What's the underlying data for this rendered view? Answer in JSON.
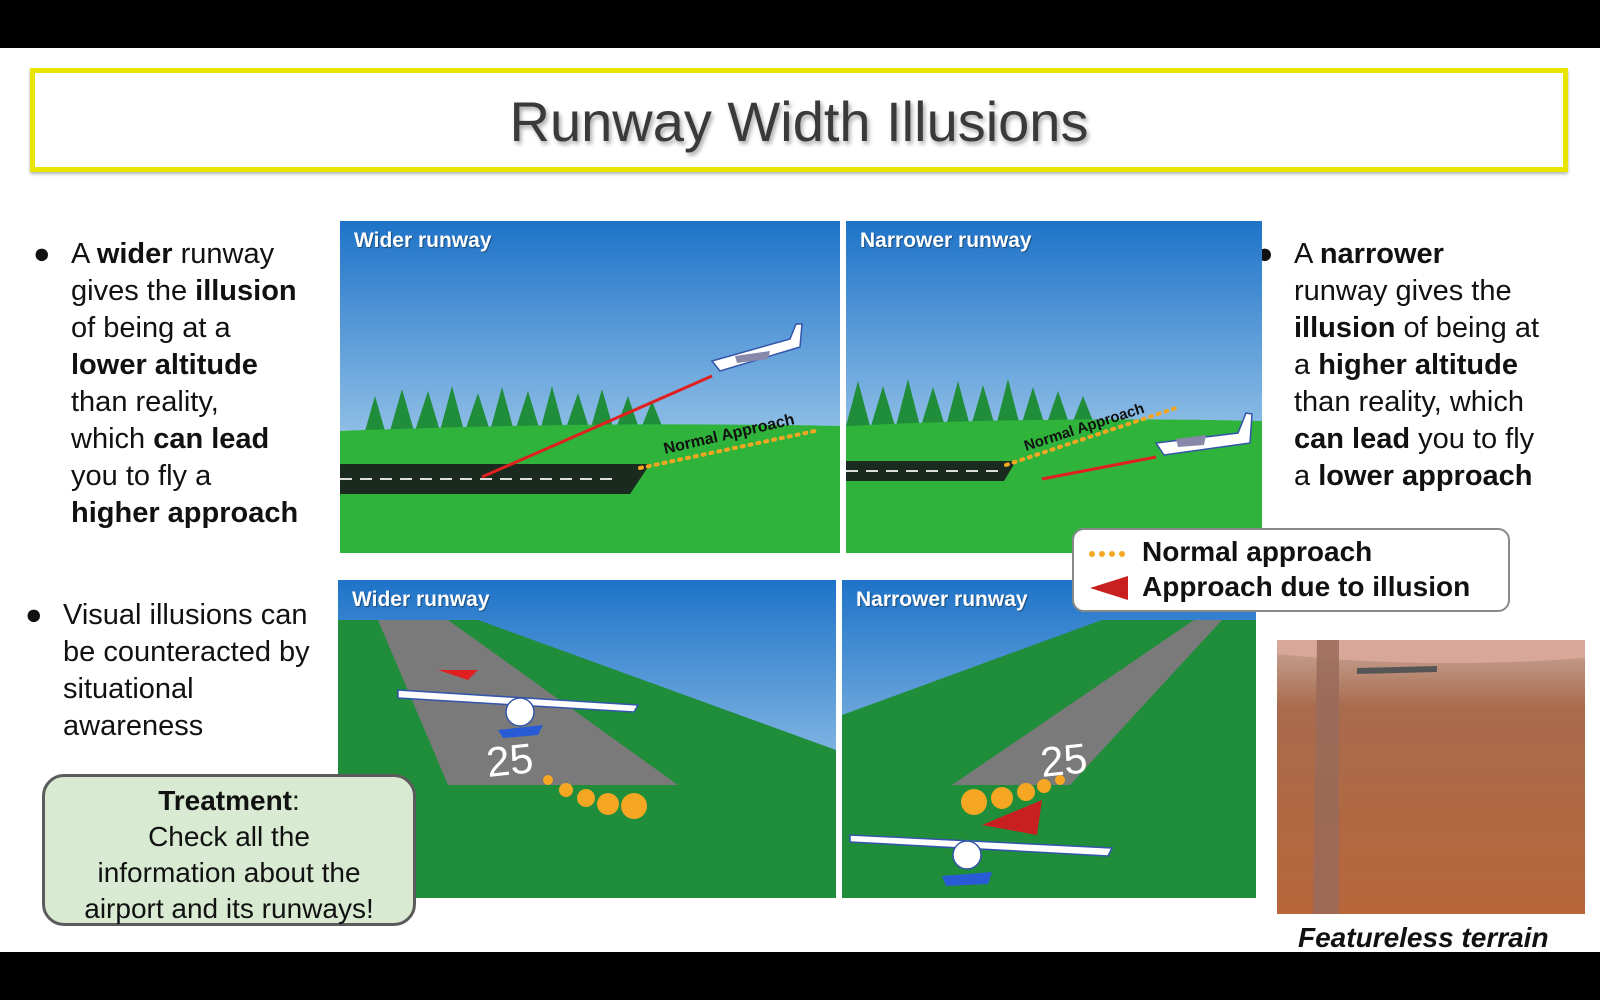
{
  "title": "Runway Width Illusions",
  "left_bullet": {
    "parts": [
      {
        "t": "A ",
        "b": false
      },
      {
        "t": "wider",
        "b": true
      },
      {
        "t": " runway",
        "b": false
      }
    ],
    "lines": [
      [
        "A ",
        "wider",
        " runway"
      ],
      [
        "gives the ",
        "illusion",
        ""
      ],
      [
        "of being at a",
        "",
        ""
      ],
      [
        "",
        "lower altitude",
        ""
      ],
      [
        "than reality,",
        "",
        ""
      ],
      [
        "which ",
        "can lead",
        ""
      ],
      [
        "you to fly a",
        "",
        ""
      ],
      [
        "",
        "higher approach",
        ""
      ]
    ]
  },
  "right_bullet": {
    "lines": [
      [
        "A ",
        "narrower",
        ""
      ],
      [
        "runway gives the",
        "",
        ""
      ],
      [
        "",
        "illusion",
        " of being at"
      ],
      [
        "a ",
        "higher altitude",
        ""
      ],
      [
        "than reality,  which",
        "",
        ""
      ],
      [
        "",
        "can lead",
        " you to fly"
      ],
      [
        "a ",
        "lower approach",
        ""
      ]
    ]
  },
  "bottom_bullet": {
    "lines": [
      "Visual illusions can",
      "be counteracted by",
      "situational",
      "awareness"
    ]
  },
  "bullet_symbol": "●",
  "panels": {
    "top_left_label": "Wider runway",
    "top_right_label": "Narrower runway",
    "bottom_left_label": "Wider runway",
    "bottom_right_label": "Narrower runway",
    "normal_approach_text": "Normal Approach",
    "runway_number": "25"
  },
  "treatment": {
    "heading": "Treatment",
    "heading_suffix": ":",
    "lines": [
      "Check all the",
      "information about the",
      "airport and its runways!"
    ]
  },
  "legend": {
    "normal": "Normal approach",
    "illusion": "Approach due to illusion"
  },
  "photo_caption": "Featureless terrain",
  "colors": {
    "title_border": "#e8e600",
    "approach_dots": "#f5a623",
    "illusion_line": "#e02020",
    "grass": "#2fb33a",
    "sky_top": "#1e73c8",
    "treatment_bg": "#d8ead2"
  }
}
